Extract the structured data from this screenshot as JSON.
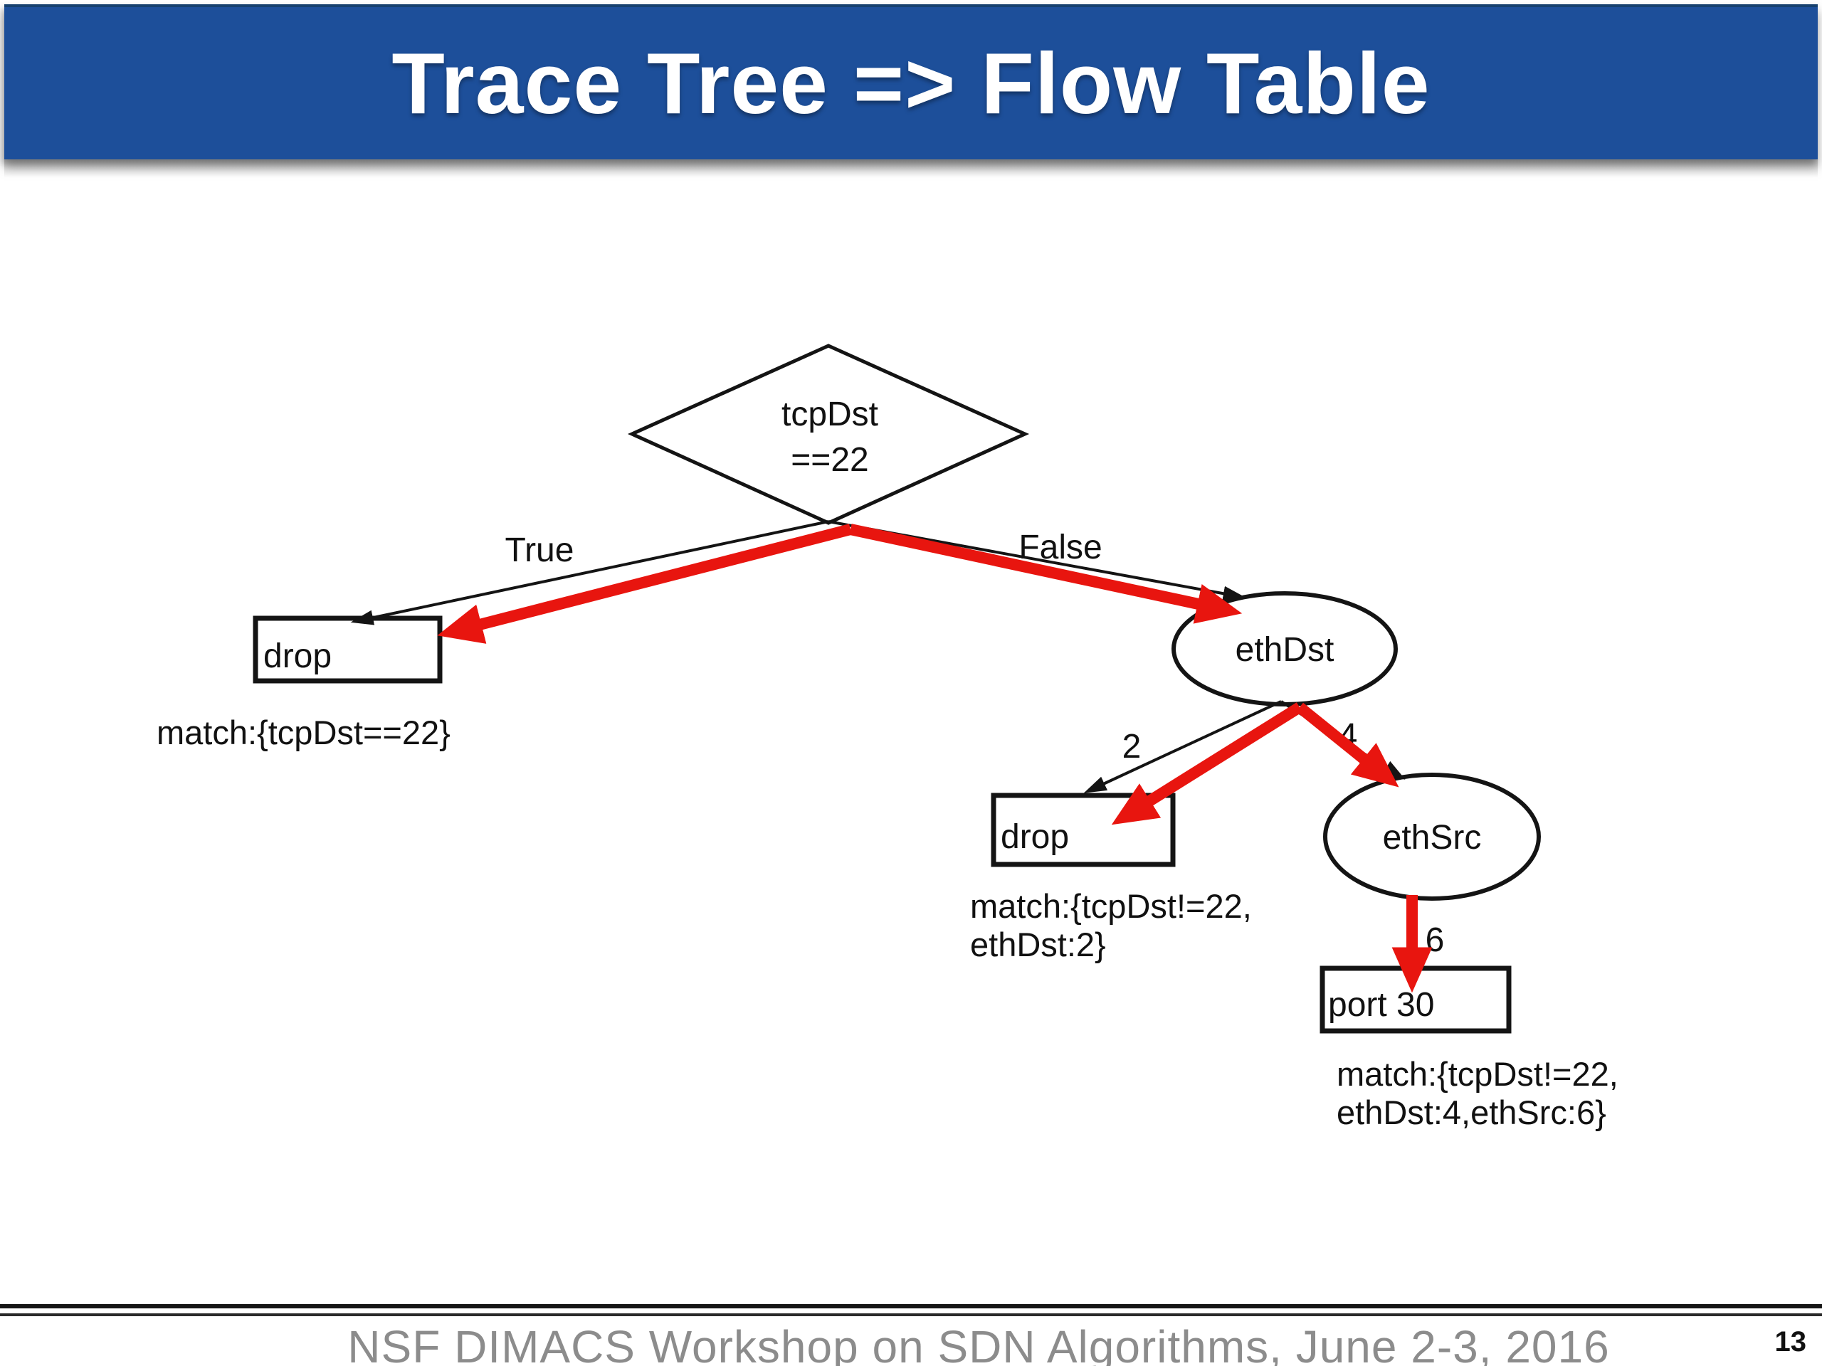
{
  "slide": {
    "title": "Trace Tree => Flow Table",
    "footer_text": "NSF DIMACS Workshop on SDN Algorithms, June 2-3, 2016",
    "page_number": "13"
  },
  "colors": {
    "title_bar_blue": "#1d4f9a",
    "title_text": "#ffffff",
    "arrow_red": "#e8150f",
    "diagram_black": "#141414",
    "footer_gray": "#8c8c8c"
  },
  "diagram": {
    "root_node": {
      "shape": "diamond",
      "label_line1": "tcpDst",
      "label_line2": "==22"
    },
    "nodes": {
      "drop_true": {
        "shape": "rect",
        "label": "drop"
      },
      "eth_dst": {
        "shape": "ellipse",
        "label": "ethDst"
      },
      "drop_eth_dst_2": {
        "shape": "rect",
        "label": "drop"
      },
      "eth_src": {
        "shape": "ellipse",
        "label": "ethSrc"
      },
      "port_30": {
        "shape": "rect",
        "label": "port 30"
      }
    },
    "edge_labels": {
      "true_branch": "True",
      "false_branch": "False",
      "eth_dst_2": "2",
      "eth_dst_4": "4",
      "eth_src_6": "6"
    },
    "annotations": {
      "match_true_drop": "match:{tcpDst==22}",
      "match_drop2_line1": "match:{tcpDst!=22,",
      "match_drop2_line2": "ethDst:2}",
      "match_port30_line1": "match:{tcpDst!=22,",
      "match_port30_line2": "ethDst:4,ethSrc:6}"
    }
  }
}
